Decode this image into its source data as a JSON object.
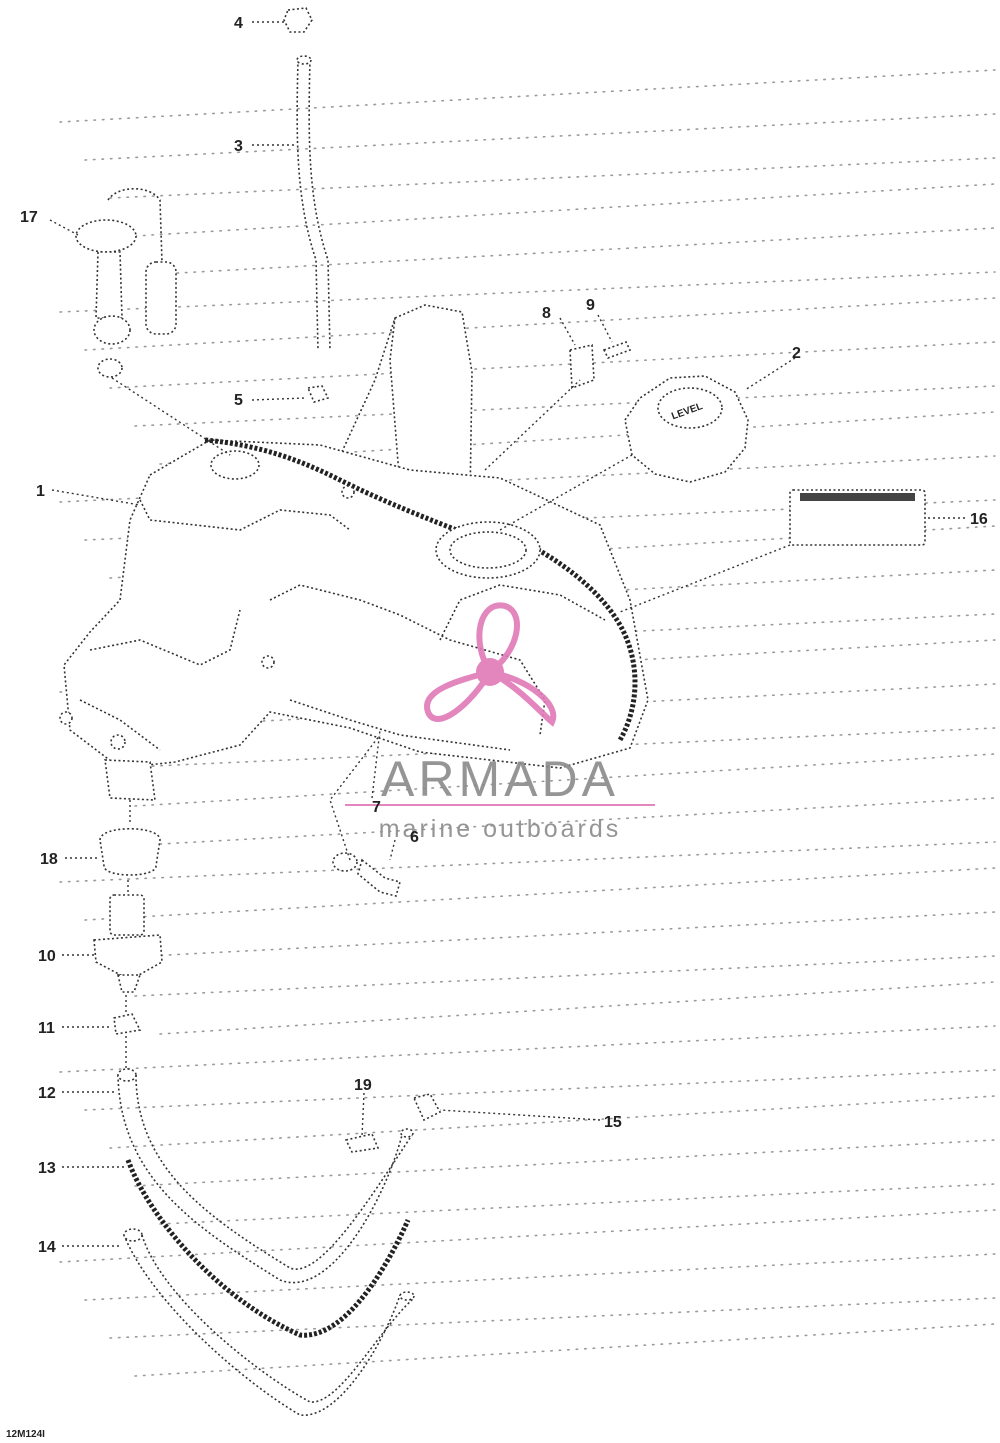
{
  "diagram": {
    "callouts": [
      "1",
      "2",
      "3",
      "4",
      "5",
      "6",
      "7",
      "8",
      "9",
      "10",
      "11",
      "12",
      "13",
      "14",
      "15",
      "16",
      "17",
      "18",
      "19"
    ],
    "figure_code": "12M124I",
    "cap_label": "LEVEL"
  },
  "watermark": {
    "brand": "ARMADA",
    "tagline": "marine outboards",
    "accent_color": "#e07ab8",
    "text_color": "#8a8a8a"
  }
}
